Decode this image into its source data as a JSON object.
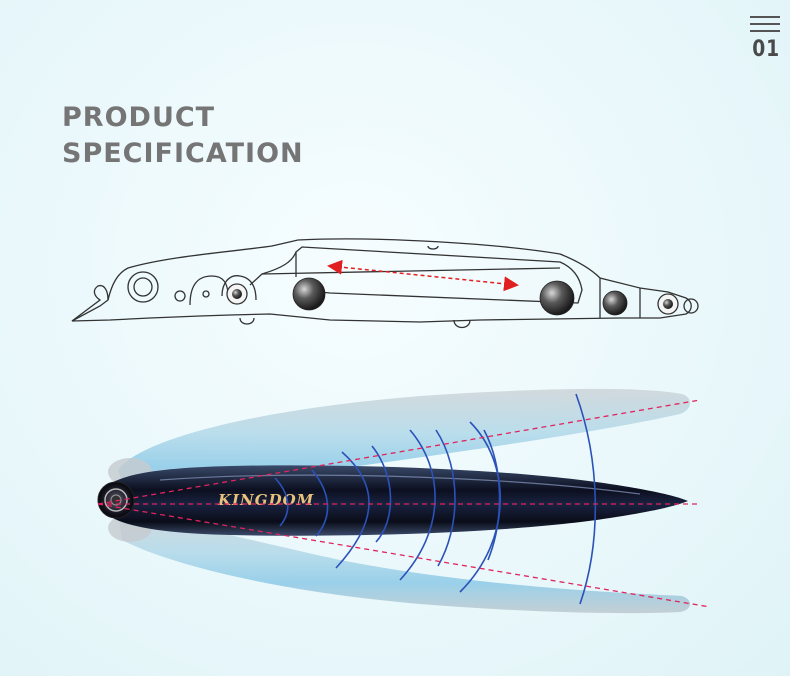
{
  "page_indicator": {
    "number": "01"
  },
  "section_title": {
    "line1": "PRODUCT",
    "line2": "SPECIFICATION"
  },
  "brand_logo": {
    "text": "KINGDOM"
  },
  "colors": {
    "title": "#757575",
    "outline": "#333333",
    "arrow": "#e02020",
    "wave_lines": "#2a52b8",
    "axis_lines": "#e0245e"
  },
  "icons": {
    "menu": "hamburger-lines-icon",
    "weight_ball": "steel-ball-icon",
    "arrow": "double-headed-arrow-icon"
  }
}
